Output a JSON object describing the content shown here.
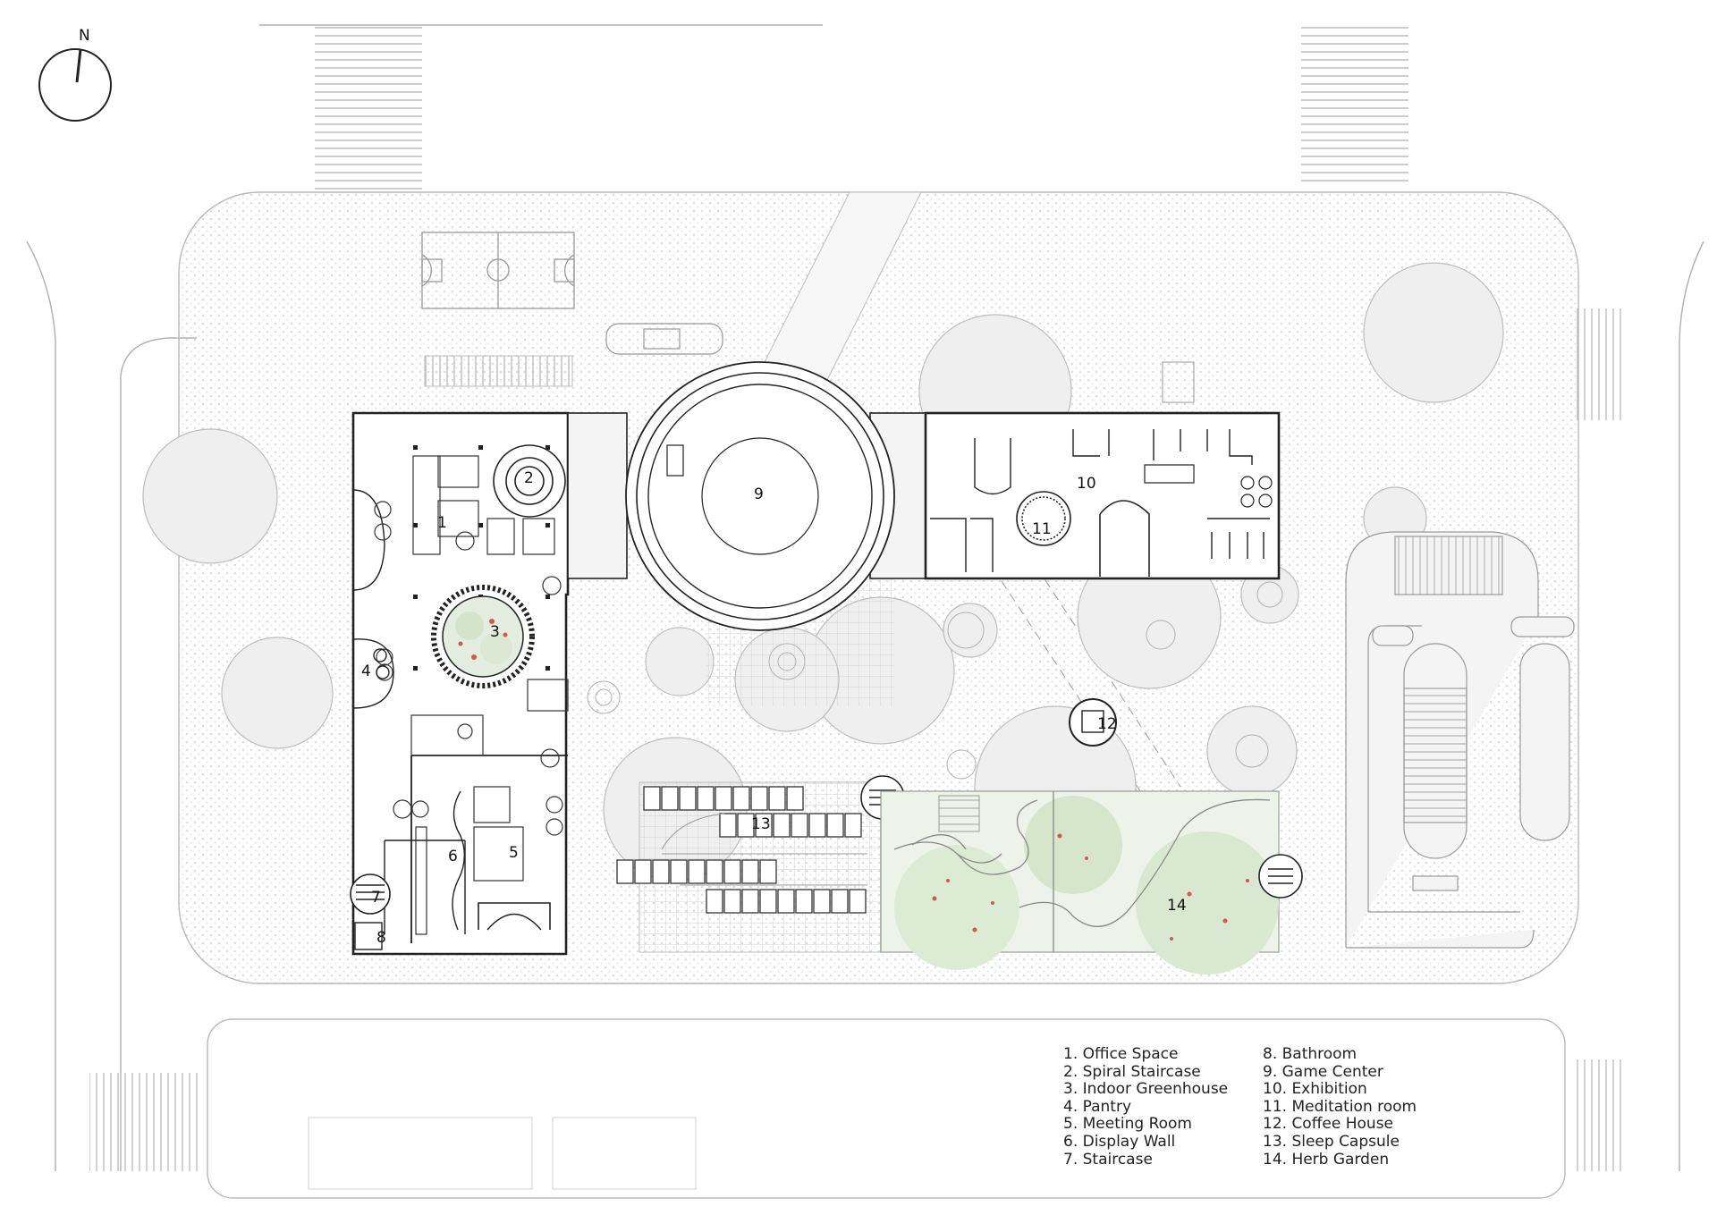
{
  "compass": {
    "north_label": "N"
  },
  "plan_labels": {
    "office": "1",
    "spiral_staircase": "2",
    "greenhouse": "3",
    "pantry": "4",
    "meeting_room": "5",
    "display_wall": "6",
    "staircase": "7",
    "bathroom": "8",
    "game_center": "9",
    "exhibition": "10",
    "meditation_room": "11",
    "coffee_house": "12",
    "sleep_capsule": "13",
    "herb_garden": "14"
  },
  "legend": {
    "col1": [
      "1. Office Space",
      "2. Spiral Staircase",
      "3. Indoor Greenhouse",
      "4. Pantry",
      "5. Meeting Room",
      "6. Display Wall",
      "7. Staircase"
    ],
    "col2": [
      "8.  Bathroom",
      "9.  Game Center",
      "10. Exhibition",
      "11.  Meditation room",
      "12. Coffee House",
      "13. Sleep Capsule",
      "14. Herb Garden"
    ]
  },
  "colors": {
    "line": "#222222",
    "light_line": "#9a9a9a",
    "ground": "#f1f2f1",
    "garden_green": "#7fae6b",
    "flower_red": "#d9534f"
  }
}
